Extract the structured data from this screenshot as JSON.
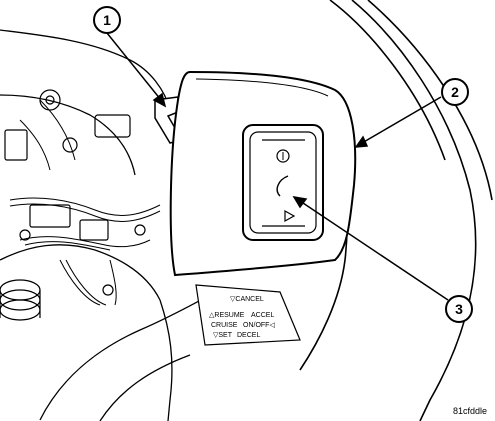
{
  "callouts": [
    "1",
    "2",
    "3"
  ],
  "left_label": {
    "cancel": "▽CANCEL",
    "resume": "△RESUME",
    "accel": "ACCEL",
    "cruise": "CRUISE",
    "onoff": "ON/OFF◁",
    "set": "▽SET",
    "decel": "DECEL"
  },
  "figure_code": "81cfddle"
}
